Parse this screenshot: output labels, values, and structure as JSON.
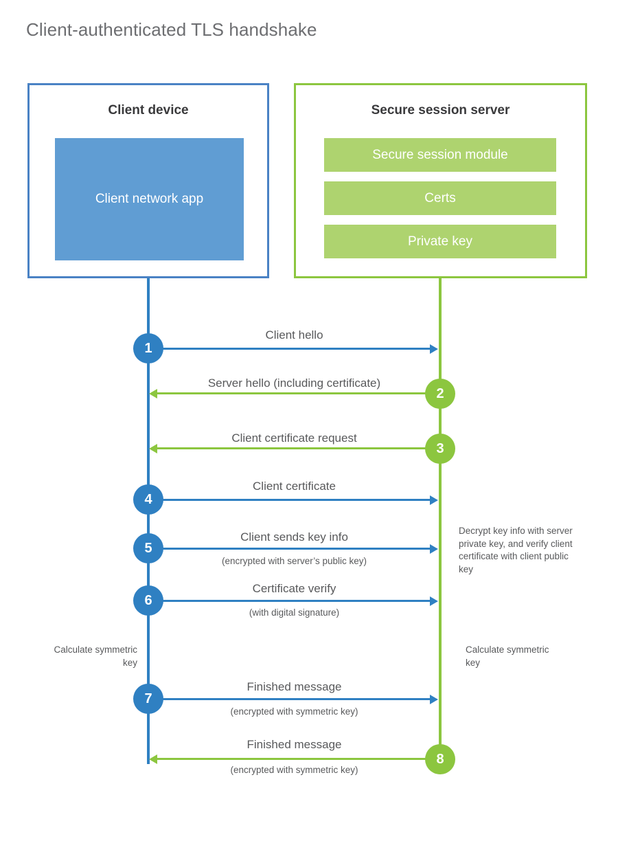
{
  "title": "Client-authenticated TLS handshake",
  "colors": {
    "blue": "#2f80c2",
    "blue_border": "#4a82c4",
    "blue_fill": "#609dd3",
    "green": "#8cc63f",
    "green_light": "#aed36f",
    "text": "#58595b",
    "title_text": "#6d6e71"
  },
  "client": {
    "title": "Client device",
    "app_label": "Client network app"
  },
  "server": {
    "title": "Secure session server",
    "bars": [
      {
        "label": "Secure session module"
      },
      {
        "label": "Certs"
      },
      {
        "label": "Private key"
      }
    ]
  },
  "steps": [
    {
      "number": "1",
      "label": "Client hello",
      "sub": "",
      "direction": "client-to-server",
      "actor": "client"
    },
    {
      "number": "2",
      "label": "Server hello (including certificate)",
      "sub": "",
      "direction": "server-to-client",
      "actor": "server"
    },
    {
      "number": "3",
      "label": "Client certificate request",
      "sub": "",
      "direction": "server-to-client",
      "actor": "server"
    },
    {
      "number": "4",
      "label": "Client certificate",
      "sub": "",
      "direction": "client-to-server",
      "actor": "client"
    },
    {
      "number": "5",
      "label": "Client sends key info",
      "sub": "(encrypted with server’s public key)",
      "direction": "client-to-server",
      "actor": "client"
    },
    {
      "number": "6",
      "label": "Certificate verify",
      "sub": "(with digital signature)",
      "direction": "client-to-server",
      "actor": "client"
    },
    {
      "number": "7",
      "label": "Finished message",
      "sub": "(encrypted with symmetric key)",
      "direction": "client-to-server",
      "actor": "client"
    },
    {
      "number": "8",
      "label": "Finished message",
      "sub": "(encrypted with symmetric key)",
      "direction": "server-to-client",
      "actor": "server"
    }
  ],
  "notes": {
    "server_decrypt": "Decrypt key info with server private key, and verify client certificate with client public key",
    "client_calculate": "Calculate symmetric key",
    "server_calculate": "Calculate symmetric key"
  }
}
